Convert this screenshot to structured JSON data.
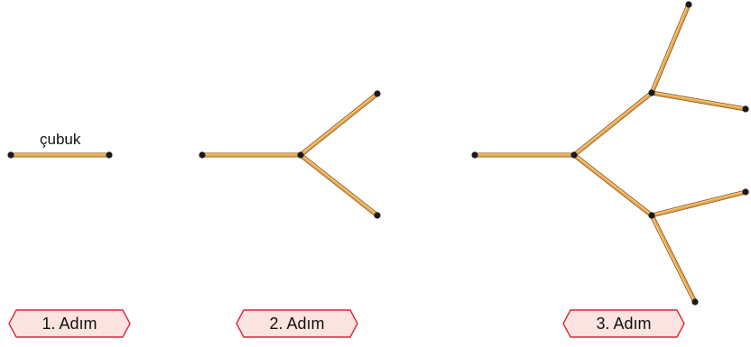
{
  "stick_label": "çubuk",
  "steps": [
    {
      "label": "1. Adım"
    },
    {
      "label": "2. Adım"
    },
    {
      "label": "3. Adım"
    }
  ],
  "colors": {
    "stick": "#e8a64c",
    "stick_shadow": "#8a5a22",
    "joint": "#1a1a1a",
    "badge_fill": "#fbe3df",
    "badge_border": "#d9283a"
  }
}
